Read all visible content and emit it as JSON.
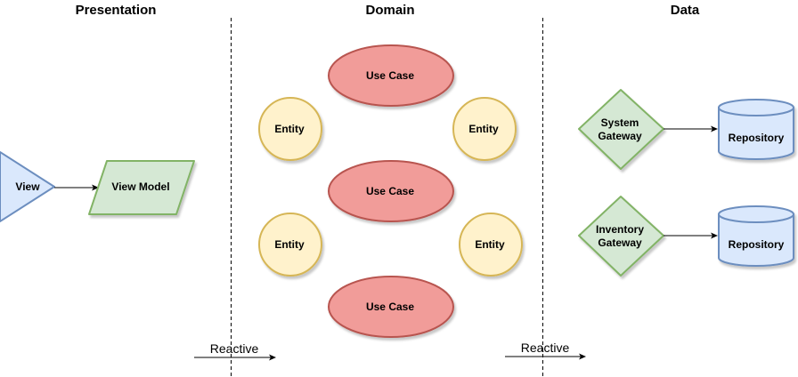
{
  "columns": {
    "presentation": "Presentation",
    "domain": "Domain",
    "data": "Data"
  },
  "presentation": {
    "view": "View",
    "view_model": "View Model"
  },
  "domain": {
    "use_cases": [
      "Use Case",
      "Use Case",
      "Use Case"
    ],
    "entities": [
      "Entity",
      "Entity",
      "Entity",
      "Entity"
    ]
  },
  "data": {
    "gateways": [
      {
        "line1": "System",
        "line2": "Gateway"
      },
      {
        "line1": "Inventory",
        "line2": "Gateway"
      }
    ],
    "repositories": [
      "Repository",
      "Repository"
    ]
  },
  "connectors": {
    "reactive_left": "Reactive",
    "reactive_right": "Reactive"
  },
  "colors": {
    "use_case_fill": "#f19c99",
    "use_case_stroke": "#b85450",
    "entity_fill": "#fff2cc",
    "entity_stroke": "#d6b656",
    "green_fill": "#d5e8d4",
    "green_stroke": "#82b366",
    "blue_fill": "#dae8fc",
    "blue_stroke": "#6c8ebf"
  }
}
